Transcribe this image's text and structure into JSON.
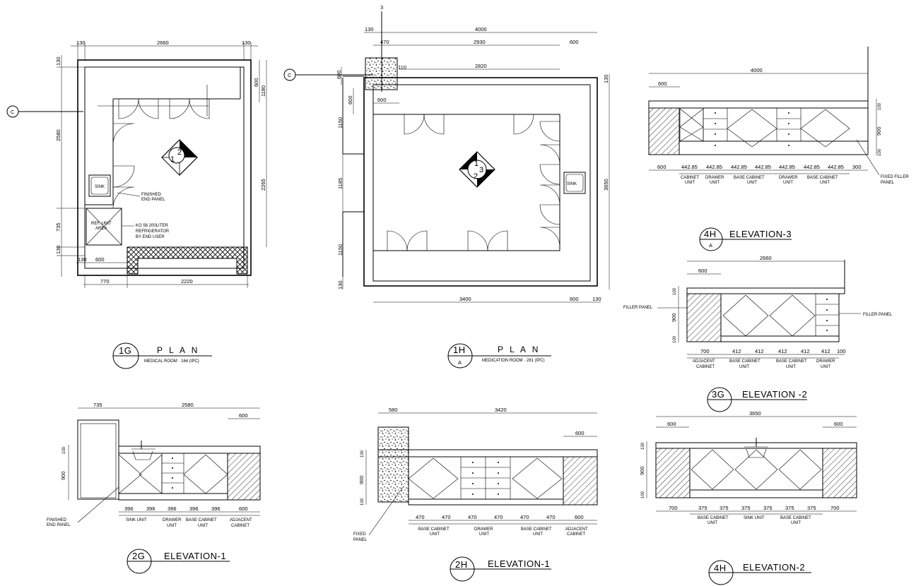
{
  "titles": {
    "g1": {
      "tag": "1G",
      "title": "P L A N",
      "sub": "MEDICAL ROOM · 164 (IPC)"
    },
    "h1": {
      "tag": "1H",
      "sheet": "A",
      "title": "P L A N",
      "sub": "MEDICATION ROOM · 281 (IPC)"
    },
    "h4a": {
      "tag": "4H",
      "sheet": "A",
      "title": "ELEVATION-3"
    },
    "g3": {
      "tag": "3G",
      "title": "ELEVATION -2"
    },
    "g2": {
      "tag": "2G",
      "title": "ELEVATION-1"
    },
    "h2": {
      "tag": "2H",
      "title": "ELEVATION-1"
    },
    "h4b": {
      "tag": "4H",
      "title": "ELEVATION-2"
    }
  },
  "markers": {
    "section_c": "C",
    "section_3": "3"
  },
  "plan_g": {
    "dims": {
      "d130a": "130",
      "d2660": "2660",
      "d130b": "130",
      "d2580": "2580",
      "d130c": "130",
      "d735": "735",
      "d130d": "130",
      "d600r": "600",
      "d1180": "1180",
      "d2265": "2265",
      "d130e": "130",
      "d600b": "600",
      "d770": "770",
      "d2220": "2220"
    },
    "labels": {
      "sink": "SINK",
      "finished1": "FINISHED",
      "finished2": "END PANEL",
      "ref1": "REF. UNIT",
      "ref2": "AREA",
      "note1": "KO 56 200LITER",
      "note2": "REFRIGERATOR",
      "note3": "BY END USER"
    },
    "callout": {
      "n1": "1",
      "n2": "2"
    }
  },
  "plan_h": {
    "dims": {
      "d130": "130",
      "d4000": "4000",
      "d470": "470",
      "d2930": "2930",
      "d600t": "600",
      "d2820": "2820",
      "d110": "110",
      "d600l": "600",
      "d600l2": "600",
      "d600in": "600",
      "d1150a": "1150",
      "d1185": "1185",
      "d1150b": "1150",
      "d130b": "130",
      "d130r": "130",
      "d3650": "3650",
      "d3400": "3400",
      "d600b": "600",
      "d130br": "130"
    },
    "labels": {
      "sink": "SINK"
    },
    "callout": {
      "n1": "1",
      "n2": "2",
      "n3": "3"
    }
  },
  "elev3": {
    "dims": {
      "d4000": "4000",
      "d600": "600",
      "d100": "100",
      "d900": "900",
      "d100b": "100",
      "b": [
        "600",
        "442.85",
        "442.85",
        "442.85",
        "442.85",
        "442.85",
        "442.85",
        "442.85",
        "300"
      ]
    },
    "units": [
      [
        "CABINET",
        "UNIT"
      ],
      [
        "DRAWER",
        "UNIT"
      ],
      [
        "BASE CABINET",
        "UNIT"
      ],
      [
        "DRAWER",
        "UNIT"
      ],
      [
        "BASE CABINET",
        "UNIT"
      ]
    ],
    "note1": "FIXED FILLER",
    "note2": "PANEL"
  },
  "elev2g": {
    "dims": {
      "d2660": "2660",
      "d600": "600",
      "d100": "100",
      "d900": "900",
      "d100b": "100",
      "b": [
        "700",
        "412",
        "412",
        "412",
        "412",
        "412",
        "100"
      ]
    },
    "units": [
      [
        "ADJACENT",
        "CABINET"
      ],
      [
        "BASE CABINET",
        "UNIT"
      ],
      [
        "BASE CABINET",
        "UNIT"
      ],
      [
        "DRAWER",
        "UNIT"
      ]
    ],
    "filler_l": "FILLER PANEL",
    "filler_r": "FILLER PANEL"
  },
  "elev1g": {
    "dims": {
      "d735": "735",
      "d2580": "2580",
      "d600": "600",
      "d100": "100",
      "d900": "900",
      "b": [
        "396",
        "396",
        "396",
        "396",
        "396",
        "600"
      ]
    },
    "units": [
      [
        "SINK UNIT",
        ""
      ],
      [
        "DRAWER",
        "UNIT"
      ],
      [
        "BASE CABINET",
        "UNIT"
      ],
      [
        "ADJACENT",
        "CABINET"
      ]
    ],
    "note1": "FINISHED",
    "note2": "END PANEL"
  },
  "elev1h": {
    "dims": {
      "d580": "580",
      "d3420": "3420",
      "d600": "600",
      "d100": "100",
      "d900": "900",
      "d100b": "100",
      "b": [
        "470",
        "470",
        "470",
        "470",
        "470",
        "470",
        "600"
      ]
    },
    "units": [
      [
        "BASE CABINET",
        "UNIT"
      ],
      [
        "DRAWER",
        "UNIT"
      ],
      [
        "BASE CABINET",
        "UNIT"
      ],
      [
        "ADJACENT",
        "CABINET"
      ]
    ],
    "note1": "FIXED",
    "note2": "PANEL"
  },
  "elev2h": {
    "dims": {
      "d3650": "3650",
      "d600l": "600",
      "d600r": "600",
      "d100": "100",
      "d900": "900",
      "d100b": "100",
      "b": [
        "700",
        "375",
        "375",
        "375",
        "375",
        "375",
        "375",
        "700"
      ]
    },
    "units": [
      [
        "BASE CABINET",
        "UNIT"
      ],
      [
        "SINK UNIT",
        ""
      ],
      [
        "BASE CABINET",
        "UNIT"
      ]
    ]
  }
}
